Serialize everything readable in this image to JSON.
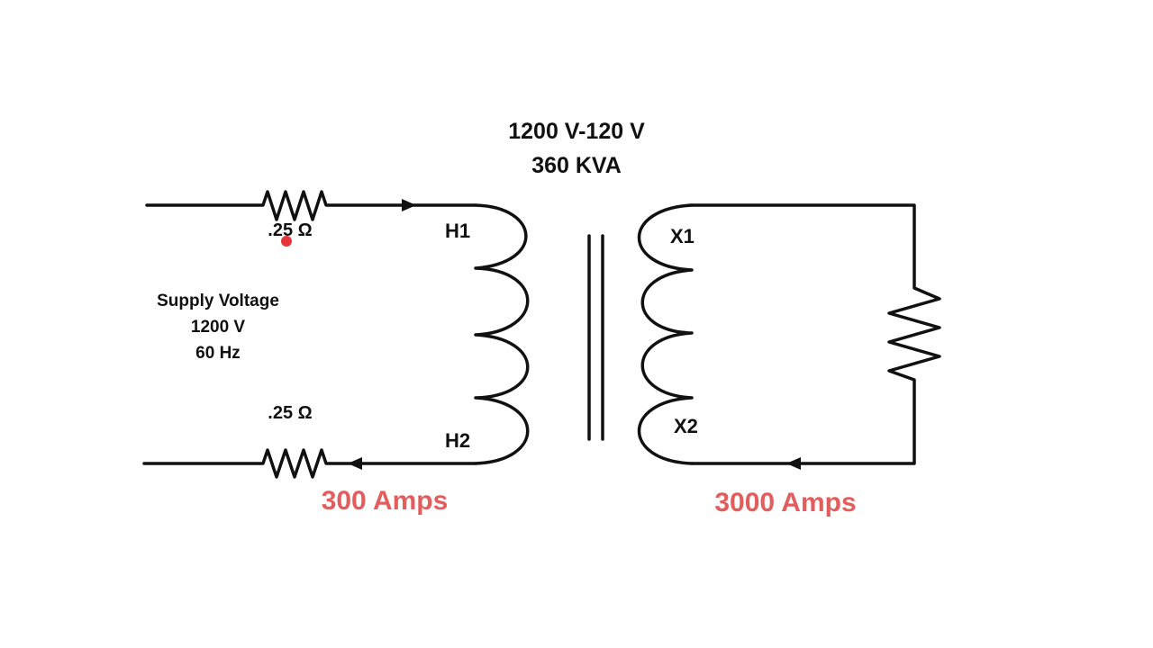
{
  "transformer": {
    "rating_voltage": "1200 V-120 V",
    "rating_kva": "360 KVA"
  },
  "primary": {
    "top_resistor": ".25 Ω",
    "bottom_resistor": ".25 Ω",
    "terminal_top": "H1",
    "terminal_bottom": "H2",
    "supply_line1": "Supply Voltage",
    "supply_line2": "1200 V",
    "supply_line3": "60 Hz",
    "current": "300 Amps"
  },
  "secondary": {
    "terminal_top": "X1",
    "terminal_bottom": "X2",
    "current": "3000 Amps"
  },
  "colors": {
    "wire": "#111111",
    "current_label": "#e35d5d",
    "pointer_dot": "#e8333a"
  }
}
